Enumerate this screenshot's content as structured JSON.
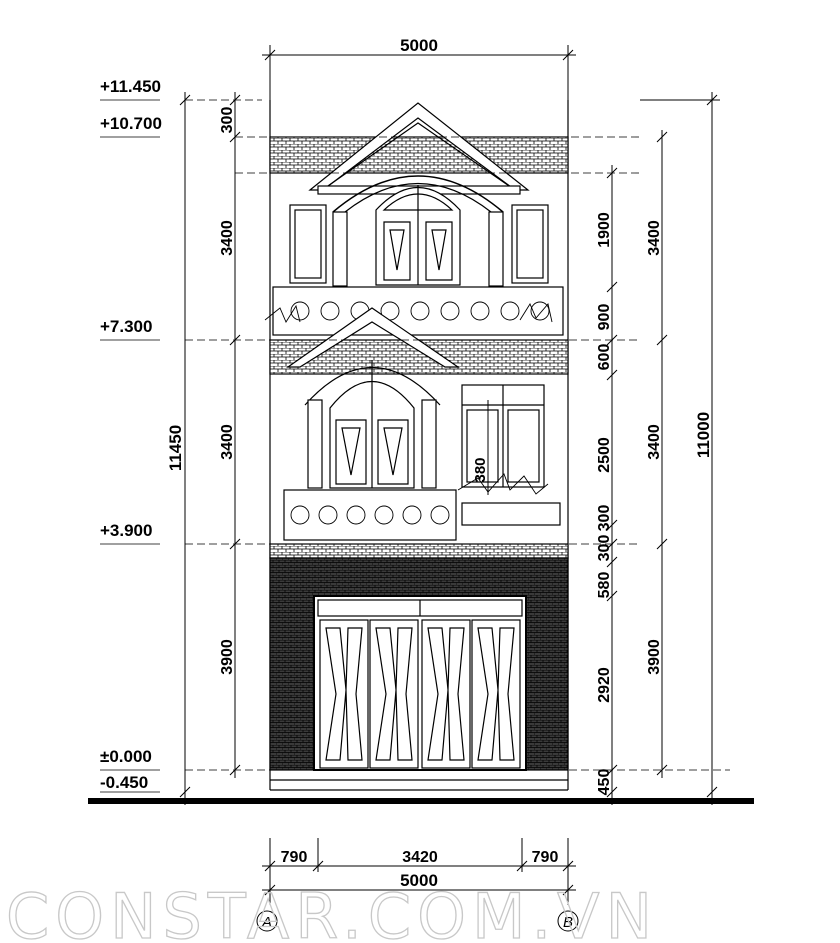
{
  "dimensions": {
    "top_width": "5000",
    "bottom_left": "790",
    "bottom_middle": "3420",
    "bottom_right": "790",
    "bottom_total": "5000",
    "left_total": "11450",
    "right_total": "11000",
    "left_segments": [
      "300",
      "3400",
      "3400",
      "3900"
    ],
    "inner_right_segments": [
      "1900",
      "900",
      "600",
      "2500",
      "300",
      "300",
      "580",
      "2920",
      "450"
    ],
    "outer_right_segments": [
      "3400",
      "3400",
      "3900"
    ],
    "window_note": "380"
  },
  "levels": [
    "+11.450",
    "+10.700",
    "+7.300",
    "+3.900",
    "±0.000",
    "-0.450"
  ],
  "grid_axes": [
    "A",
    "B"
  ],
  "watermark": "CONSTAR.COM.VN"
}
